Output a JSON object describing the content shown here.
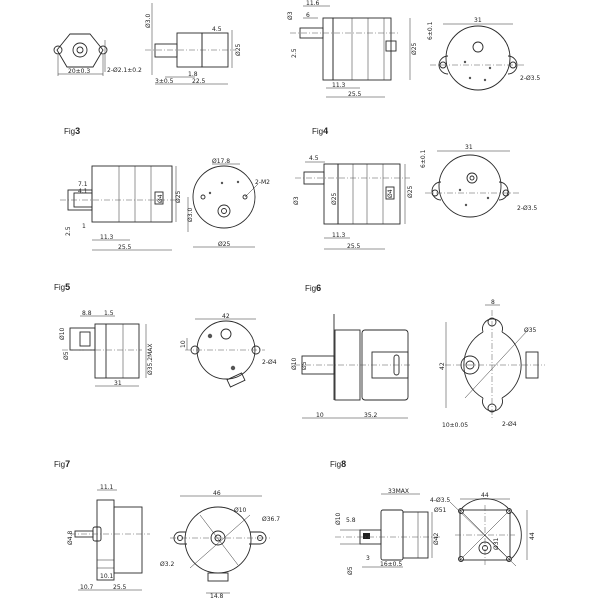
{
  "figures": [
    {
      "label": "",
      "dims": [
        "20±0.3",
        "2-Ø2.1±0.2",
        "Ø3.0",
        "Ø25",
        "4.5",
        "1.8",
        "3±0.5",
        "22.5"
      ]
    },
    {
      "label": "",
      "dims": [
        "11.6",
        "6",
        "Ø3",
        "2.5",
        "Ø25",
        "11.3",
        "25.5",
        "31",
        "6±0.1",
        "2-Ø3.5"
      ]
    },
    {
      "label": "Fig",
      "num": "3",
      "dims": [
        "7.1",
        "4.1",
        "Ø4",
        "Ø25",
        "2.5",
        "1",
        "11.3",
        "25.5",
        "Ø17.8",
        "2-M2",
        "Ø3.0",
        "Ø25"
      ]
    },
    {
      "label": "Fig",
      "num": "4",
      "dims": [
        "4.5",
        "Ø3",
        "Ø25",
        "Ø4",
        "Ø25",
        "11.3",
        "25.5",
        "31",
        "6±0.1",
        "2-Ø3.5"
      ]
    },
    {
      "label": "Fig",
      "num": "5",
      "dims": [
        "8.8",
        "1.5",
        "Ø10",
        "Ø5",
        "31",
        "Ø35.2MAX",
        "42",
        "10",
        "2-Ø4"
      ]
    },
    {
      "label": "Fig",
      "num": "6",
      "dims": [
        "Ø10",
        "Ø5",
        "10",
        "35.2",
        "8",
        "Ø35",
        "42",
        "10±0.05",
        "2-Ø4"
      ]
    },
    {
      "label": "Fig",
      "num": "7",
      "dims": [
        "11.1",
        "Ø4.8",
        "10.1",
        "10.7",
        "25.5",
        "46",
        "Ø10",
        "Ø36.7",
        "Ø3.2",
        "14.8"
      ]
    },
    {
      "label": "Fig",
      "num": "8",
      "dims": [
        "33MAX",
        "Ø10",
        "5.8",
        "Ø42",
        "3",
        "16±0.5",
        "Ø5",
        "4-Ø3.5",
        "Ø51",
        "44",
        "44",
        "Ø31"
      ]
    }
  ]
}
